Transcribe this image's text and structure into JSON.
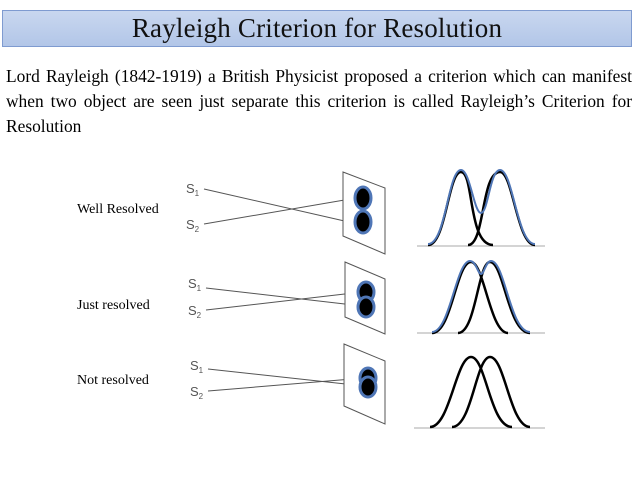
{
  "title": "Rayleigh Criterion for Resolution",
  "intro": "Lord Rayleigh (1842-1919) a British Physicist proposed a criterion which can manifest when two object are seen just separate this criterion is called Rayleigh’s Criterion for Resolution",
  "rows": [
    {
      "label": "Well Resolved",
      "s1": "S",
      "s1_sub": "1",
      "s2": "S",
      "s2_sub": "2"
    },
    {
      "label": "Just resolved",
      "s1": "S",
      "s1_sub": "1",
      "s2": "S",
      "s2_sub": "2"
    },
    {
      "label": "Not resolved",
      "s1": "S",
      "s1_sub": "1",
      "s2": "S",
      "s2_sub": "2"
    }
  ],
  "colors": {
    "title_bg": "#bccdeb",
    "title_border": "#7f9bd0",
    "dot_ring": "#4f76b6",
    "sum_curve": "#4f76b6",
    "curve": "#000000"
  }
}
